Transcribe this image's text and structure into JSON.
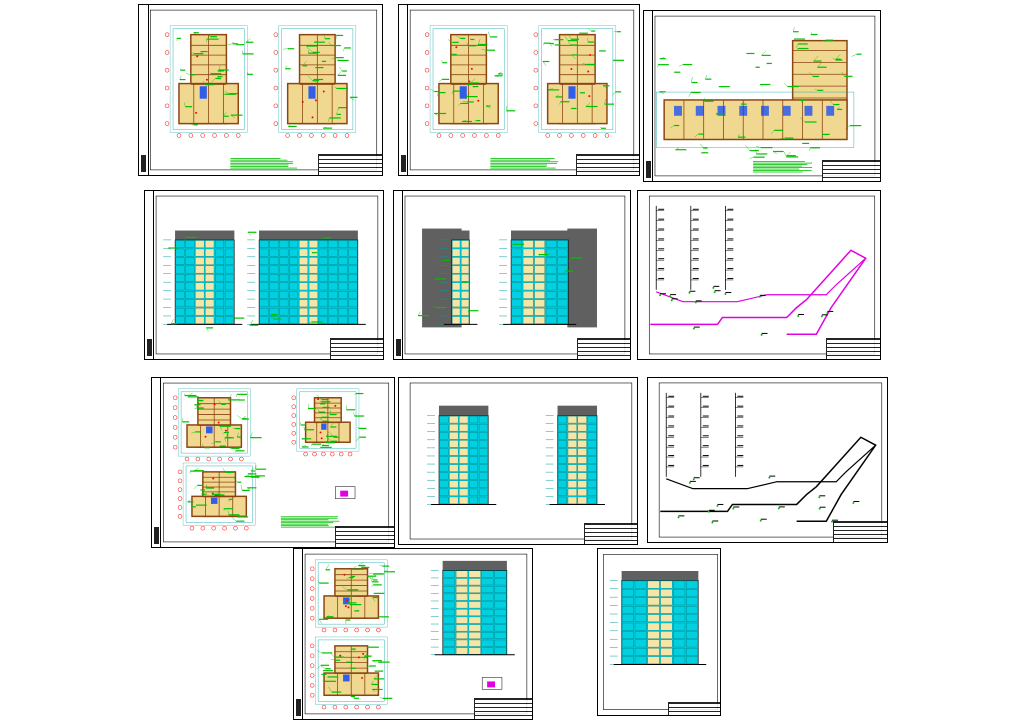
{
  "app": {
    "view": "drawing-sheet-overview"
  },
  "sheets": [
    {
      "id": "sheet-1",
      "kind": "floor-plans",
      "count": 2
    },
    {
      "id": "sheet-2",
      "kind": "floor-plans",
      "count": 2
    },
    {
      "id": "sheet-3",
      "kind": "floor-plan-wide"
    },
    {
      "id": "sheet-4",
      "kind": "facades",
      "count": 2
    },
    {
      "id": "sheet-5",
      "kind": "facades-dark",
      "count": 2
    },
    {
      "id": "sheet-6",
      "kind": "piping-axonometric"
    },
    {
      "id": "sheet-7",
      "kind": "plans-detail",
      "count": 3
    },
    {
      "id": "sheet-8",
      "kind": "facades",
      "count": 2
    },
    {
      "id": "sheet-9",
      "kind": "piping-axonometric"
    },
    {
      "id": "sheet-10",
      "kind": "plans-and-facade"
    },
    {
      "id": "sheet-11",
      "kind": "facade-single"
    }
  ],
  "colors": {
    "wall": "#8b4513",
    "wall_fill": "#f0d890",
    "annotation": "#00c000",
    "dim": "#00a0a0",
    "glass": "#00d0e0",
    "facade_panel": "#f5e6a8",
    "roof": "#606060",
    "pipe": "#e000e0",
    "frame": "#000000",
    "blue": "#0040ff",
    "red": "#ff0000"
  }
}
